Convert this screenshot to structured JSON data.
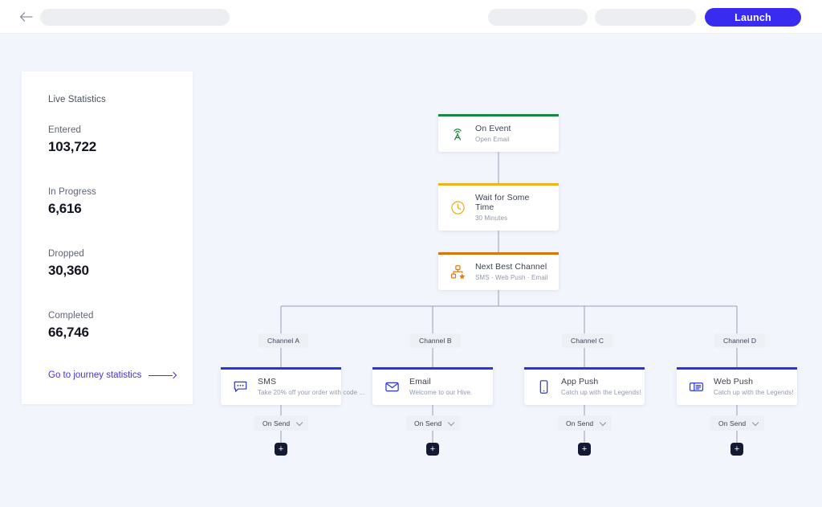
{
  "topbar": {
    "back_icon": "back-arrow-icon",
    "title_placeholder": "",
    "launch_label": "Launch"
  },
  "sidebar": {
    "title": "Live Statistics",
    "stats": [
      {
        "label": "Entered",
        "value": "103,722"
      },
      {
        "label": "In Progress",
        "value": "6,616"
      },
      {
        "label": "Dropped",
        "value": "30,360"
      },
      {
        "label": "Completed",
        "value": "66,746"
      }
    ],
    "link_label": "Go to journey statistics"
  },
  "flow": {
    "trunk_nodes": [
      {
        "title": "On Event",
        "sub": "Open Email",
        "icon": "broadcast-tower-icon",
        "accent": "#18873f"
      },
      {
        "title": "Wait for Some Time",
        "sub": "30 Minutes",
        "icon": "clock-icon",
        "accent": "#edb51c"
      },
      {
        "title": "Next Best Channel",
        "sub": "SMS · Web Push · Email",
        "icon": "best-channel-icon",
        "accent": "#d9730b"
      }
    ],
    "branches": [
      {
        "label": "Channel A",
        "title": "SMS",
        "sub": "Take 20% off your order with code ...",
        "icon": "sms-icon",
        "accent": "#2b37d4",
        "send_label": "On Send",
        "add_label": "+"
      },
      {
        "label": "Channel B",
        "title": "Email",
        "sub": "Welcome to our Hive.",
        "icon": "email-icon",
        "accent": "#2b37d4",
        "send_label": "On Send",
        "add_label": "+"
      },
      {
        "label": "Channel C",
        "title": "App Push",
        "sub": "Catch up with the Legends!",
        "icon": "app-push-icon",
        "accent": "#2b37d4",
        "send_label": "On Send",
        "add_label": "+"
      },
      {
        "label": "Channel D",
        "title": "Web Push",
        "sub": "Catch up with the Legends!",
        "icon": "web-push-icon",
        "accent": "#2b37d4",
        "send_label": "On Send",
        "add_label": "+"
      }
    ]
  },
  "colors": {
    "launch_blue": "#3a2bf0",
    "link_indigo": "#4530e8",
    "canvas": "#f2f5fc",
    "plus_navy": "#141a33",
    "edge": "#9aa0b4"
  }
}
